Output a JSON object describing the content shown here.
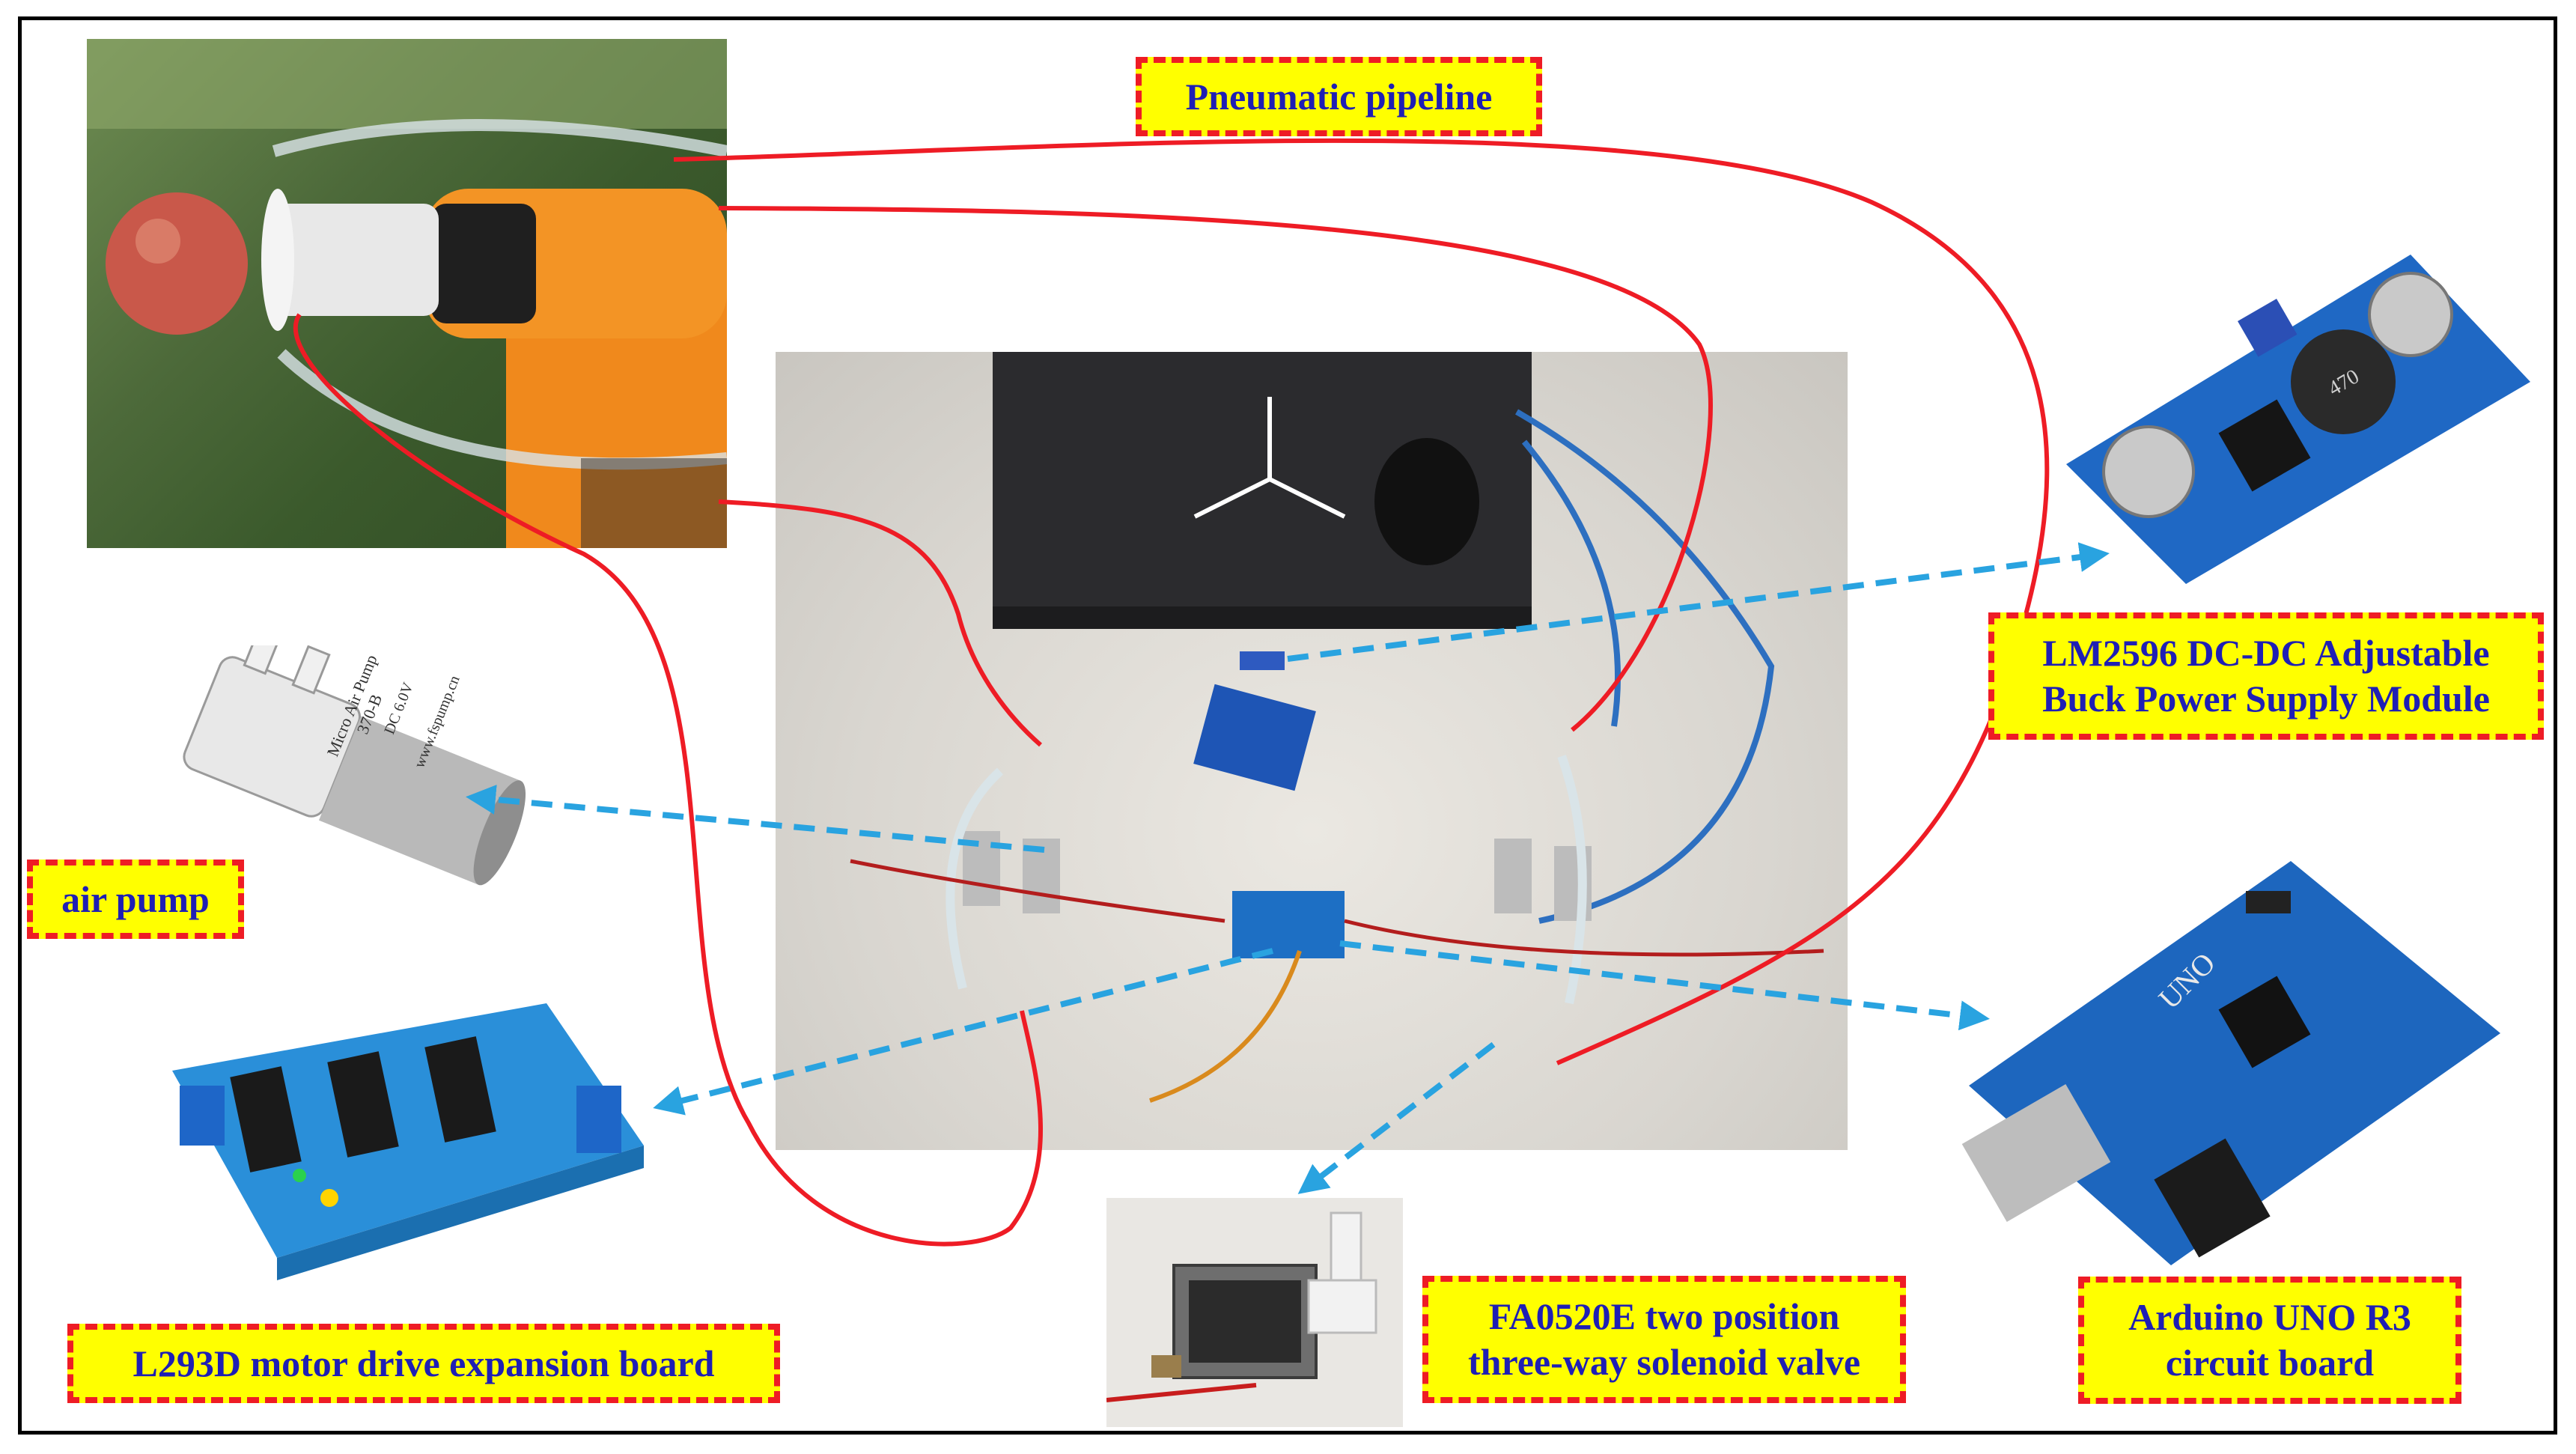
{
  "labels": {
    "pneumatic_pipeline": "Pneumatic pipeline",
    "lm2596_line1": "LM2596 DC-DC Adjustable",
    "lm2596_line2": "Buck Power Supply Module",
    "air_pump": "air pump",
    "l293d": "L293D motor drive expansion board",
    "valve_line1": "FA0520E two position",
    "valve_line2": "three-way solenoid valve",
    "arduino_line1": "Arduino UNO R3",
    "arduino_line2": "circuit board"
  },
  "photo_text": {
    "pump_brand": "Micro Air Pump",
    "pump_model": "370-B",
    "pump_voltage": "DC 6.0V",
    "pump_url": "www.fspump.cn",
    "lm2596_inductor": "470",
    "arduino_model": "UNO"
  },
  "colors": {
    "label_fill": "#ffff00",
    "label_border": "#ee1c25",
    "label_text": "#1f1fb4",
    "pipeline_line": "#ee1c25",
    "pointer_arrow": "#29a3e0"
  }
}
